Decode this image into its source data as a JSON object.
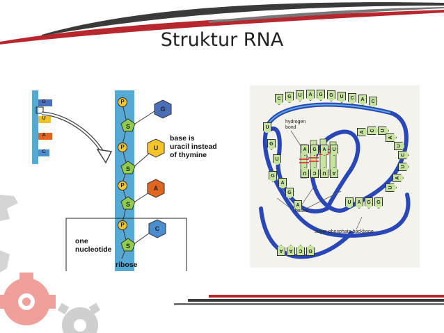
{
  "slide": {
    "title": "Struktur RNA",
    "colors": {
      "accent": "#b7282e",
      "dark": "#3a3a3a",
      "backbone": "#55a9d4",
      "strand": "#2a47b8",
      "bases": "#c6e4a0"
    }
  },
  "left_diagram": {
    "strand_bases": [
      "G",
      "U",
      "A",
      "C"
    ],
    "phosphate_label": "P",
    "sugar_label": "S",
    "bases": [
      "G",
      "U",
      "A",
      "C"
    ],
    "annotation": "base is uracil instead of thymine",
    "annotation_lines": [
      "base is",
      "uracil instead",
      "of thymine"
    ],
    "nucleotide_label_lines": [
      "one",
      "nucleotide"
    ],
    "ribose_label": "ribose"
  },
  "right_diagram": {
    "labels": {
      "hydrogen_bond": "hydrogen bond",
      "hydrogen_lines": [
        "hydrogen",
        "bond"
      ],
      "bases": "bases",
      "backbone": "sugar-phosphate backbone"
    },
    "top_row_bases": [
      "C",
      "G",
      "U",
      "A",
      "G",
      "G",
      "U",
      "C",
      "A",
      "C"
    ],
    "right_bases": [
      "A",
      "C",
      "U",
      "A",
      "U",
      "C",
      "U",
      "A",
      "U"
    ],
    "inner_top_bases": [
      "A",
      "G",
      "A",
      "U"
    ],
    "inner_bottom_bases": [
      "U",
      "C",
      "U",
      "A"
    ],
    "lower_bases": [
      "U",
      "A",
      "G",
      "G"
    ],
    "bottom_bases": [
      "A",
      "A",
      "C",
      "G"
    ],
    "left_bases": [
      "U",
      "G",
      "U",
      "G",
      "A",
      "G",
      "A"
    ]
  }
}
